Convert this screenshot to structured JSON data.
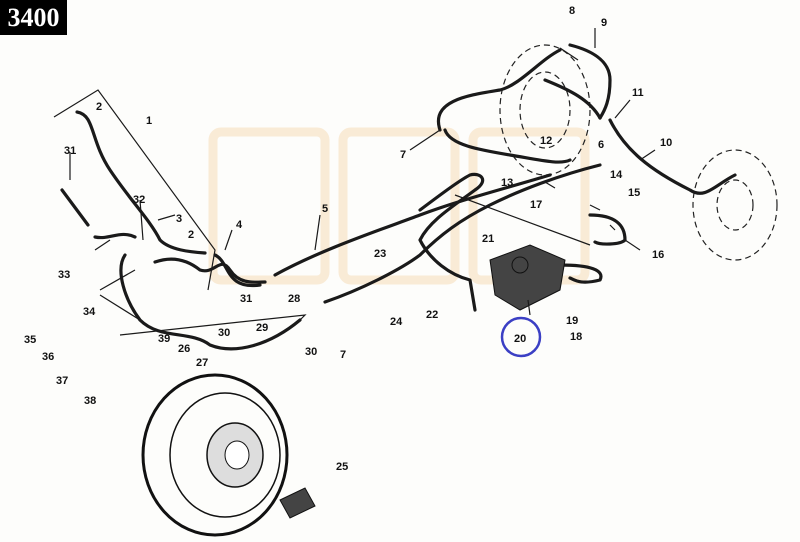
{
  "badge": {
    "text": "3400"
  },
  "diagram": {
    "callouts": [
      "1",
      "2",
      "2",
      "3",
      "4",
      "5",
      "6",
      "7",
      "7",
      "8",
      "9",
      "10",
      "11",
      "12",
      "13",
      "14",
      "15",
      "16",
      "17",
      "18",
      "19",
      "20",
      "21",
      "22",
      "23",
      "24",
      "25",
      "26",
      "27",
      "28",
      "29",
      "30",
      "30",
      "31",
      "31",
      "32",
      "33",
      "34",
      "35",
      "36",
      "37",
      "38",
      "39"
    ],
    "highlighted_callout": "20",
    "highlight_color": "#3b3fc4"
  }
}
